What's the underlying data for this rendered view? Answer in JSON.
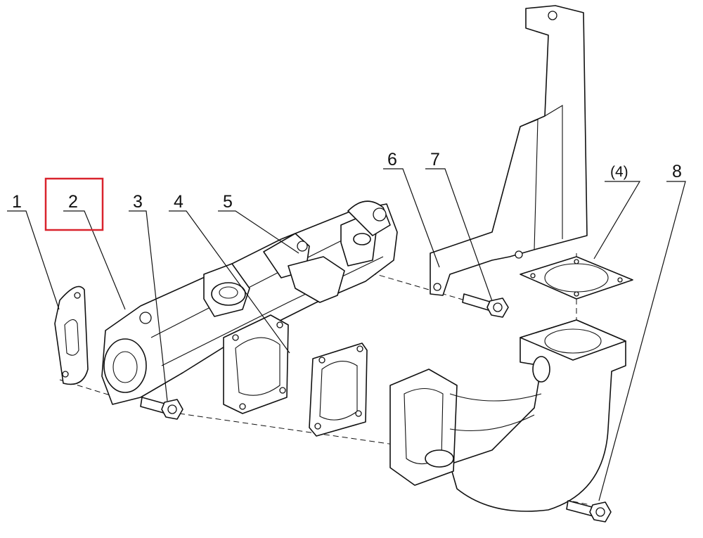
{
  "callouts": {
    "c1": "1",
    "c2": "2",
    "c3": "3",
    "c4": "4",
    "c5": "5",
    "c6": "6",
    "c7": "7",
    "c4b": "(4)",
    "c8": "8"
  },
  "highlight": {
    "target": "2",
    "color": "#d9232d"
  },
  "colors": {
    "line": "#111111",
    "background": "#ffffff"
  }
}
